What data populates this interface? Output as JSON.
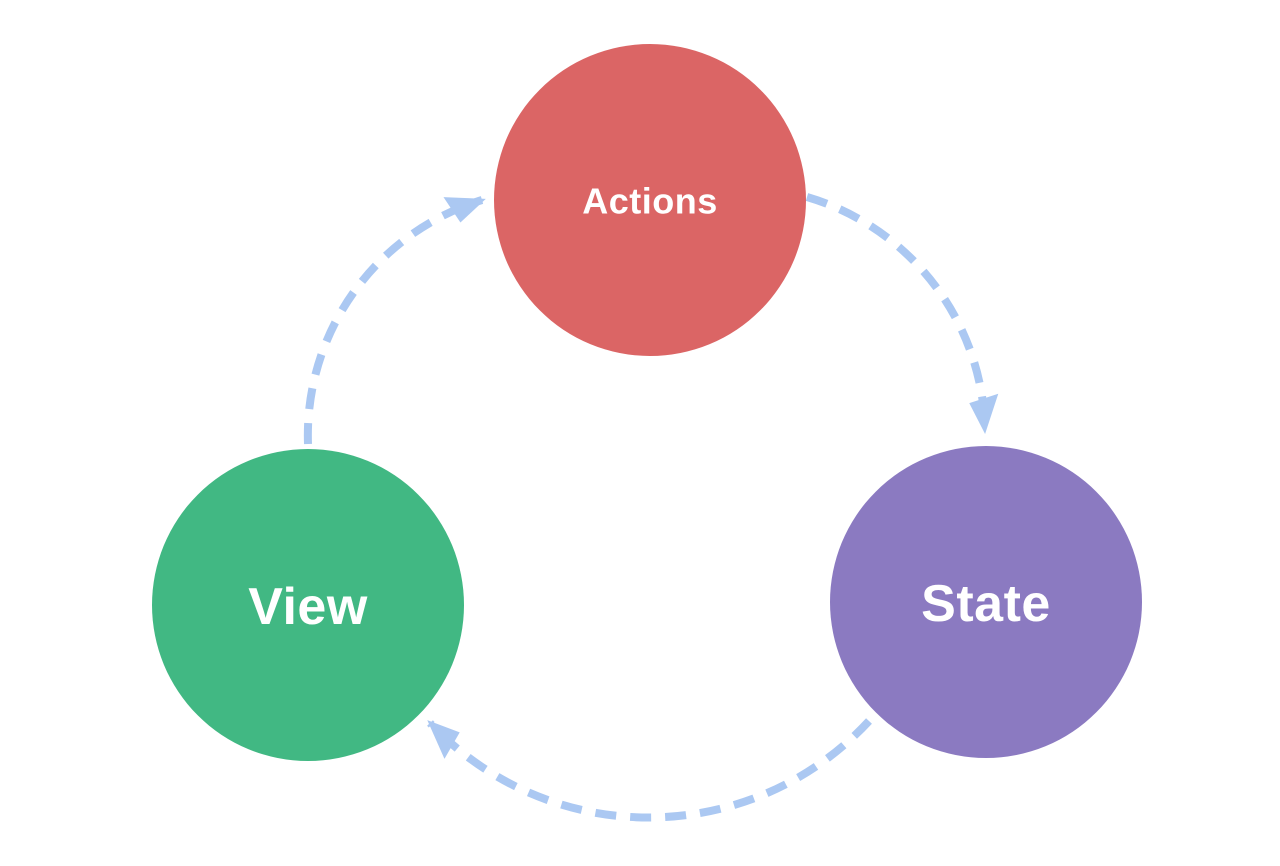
{
  "diagram": {
    "background_color": "#ffffff",
    "arrow_color": "#abc8f2",
    "nodes": [
      {
        "id": "actions",
        "label": "Actions",
        "color": "#db6565",
        "label_color": "#ffffff"
      },
      {
        "id": "state",
        "label": "State",
        "color": "#8b7ac1",
        "label_color": "#ffffff"
      },
      {
        "id": "view",
        "label": "View",
        "color": "#41b883",
        "label_color": "#ffffff"
      }
    ],
    "edges": [
      {
        "from": "actions",
        "to": "state"
      },
      {
        "from": "state",
        "to": "view"
      },
      {
        "from": "view",
        "to": "actions"
      }
    ]
  }
}
